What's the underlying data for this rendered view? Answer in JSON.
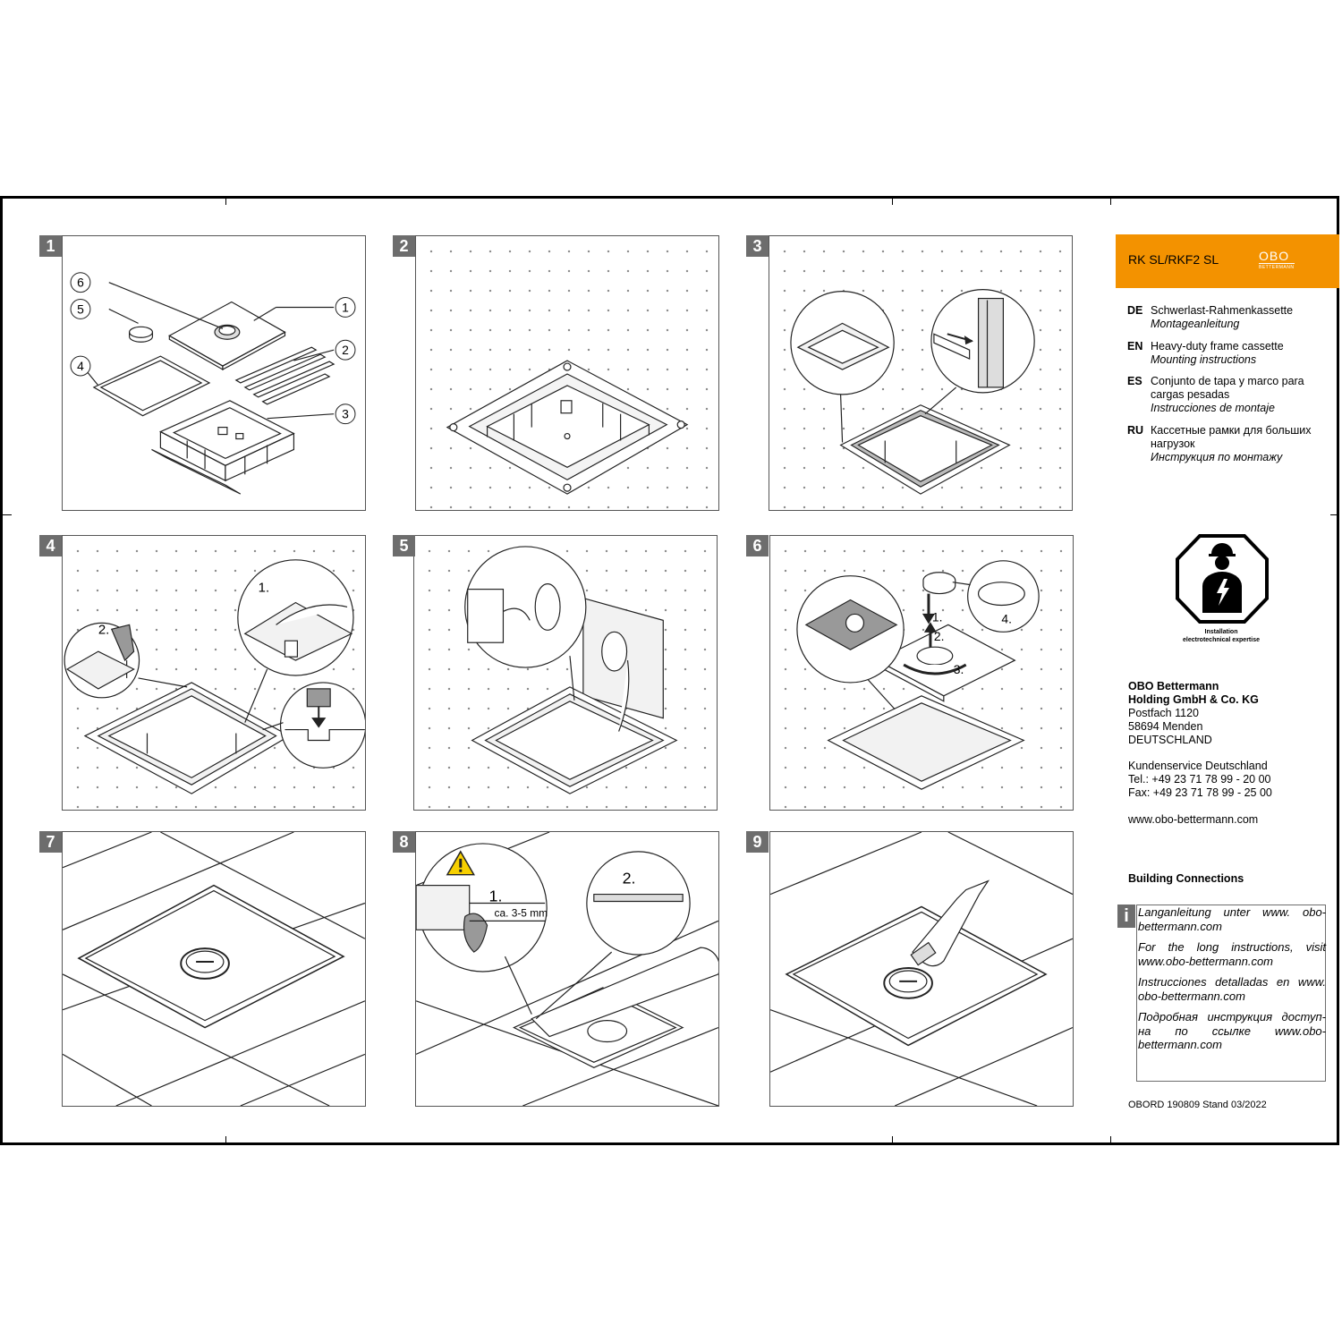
{
  "panels": [
    {
      "num": "1"
    },
    {
      "num": "2"
    },
    {
      "num": "3"
    },
    {
      "num": "4"
    },
    {
      "num": "5"
    },
    {
      "num": "6"
    },
    {
      "num": "7"
    },
    {
      "num": "8"
    },
    {
      "num": "9"
    }
  ],
  "panel1_callouts": [
    "1",
    "2",
    "3",
    "4",
    "5",
    "6"
  ],
  "panel4_steps": [
    "1.",
    "2."
  ],
  "panel6_steps": [
    "1.",
    "2.",
    "3.",
    "4."
  ],
  "panel8": {
    "step1": "1.",
    "step2": "2.",
    "gap": "ca. 3-5 mm"
  },
  "header": {
    "product": "RK SL/RKF2 SL",
    "logo_main": "OBO",
    "logo_sub": "BETTERMANN"
  },
  "languages": [
    {
      "code": "DE",
      "title": "Schwerlast-Rahmenkassette",
      "subtitle": "Montageanleitung"
    },
    {
      "code": "EN",
      "title": "Heavy-duty frame cassette",
      "subtitle": "Mounting instructions"
    },
    {
      "code": "ES",
      "title": "Conjunto de tapa y marco para cargas pesadas",
      "subtitle": "Instrucciones de montaje"
    },
    {
      "code": "RU",
      "title": "Кассетные рамки для больших нагрузок",
      "subtitle": "Инструкция по монтажу"
    }
  ],
  "safety_label": [
    "Installation",
    "electrotechnical expertise"
  ],
  "company": {
    "name1": "OBO Bettermann",
    "name2": "Holding GmbH & Co. KG",
    "street": "Postfach 1120",
    "city": "58694 Menden",
    "country": "DEUTSCHLAND",
    "service": "Kundenservice Deutschland",
    "tel": "Tel.: +49 23 71 78 99 - 20 00",
    "fax": "Fax: +49 23 71 78 99 - 25 00",
    "web": "www.obo-bettermann.com"
  },
  "tagline": "Building Connections",
  "info": {
    "icon": "i",
    "de": "Langanleitung unter www. obo-bettermann.com",
    "en": "For the long instructions, visit www.obo-bettermann.com",
    "es": "Instrucciones detalladas en www. obo-bettermann.com",
    "ru": "Подробная инструкция доступ-на по ссылке www.obo-bettermann.com"
  },
  "footer": "OBORD 190809 Stand 03/2022"
}
